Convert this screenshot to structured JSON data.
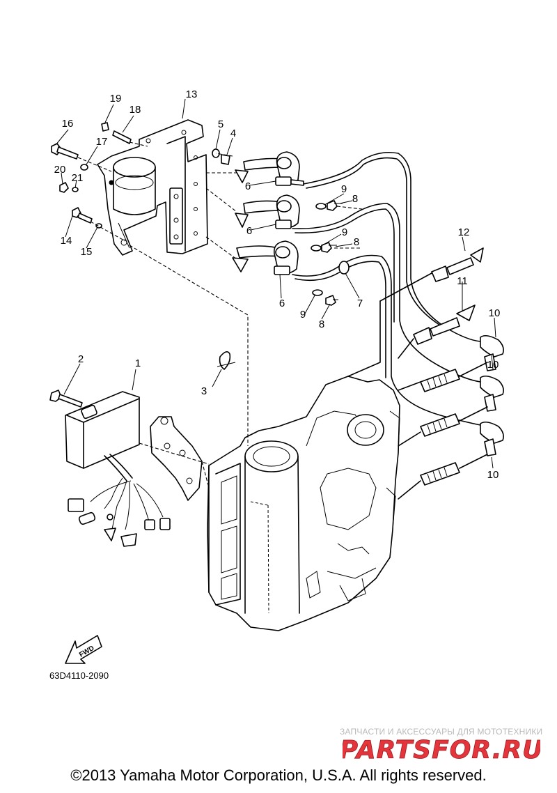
{
  "callouts": [
    {
      "id": "c1",
      "text": "1"
    },
    {
      "id": "c2",
      "text": "2"
    },
    {
      "id": "c3",
      "text": "3"
    },
    {
      "id": "c4",
      "text": "4"
    },
    {
      "id": "c5",
      "text": "5"
    },
    {
      "id": "c6a",
      "text": "6"
    },
    {
      "id": "c6b",
      "text": "6"
    },
    {
      "id": "c6c",
      "text": "6"
    },
    {
      "id": "c7",
      "text": "7"
    },
    {
      "id": "c8a",
      "text": "8"
    },
    {
      "id": "c8b",
      "text": "8"
    },
    {
      "id": "c8c",
      "text": "8"
    },
    {
      "id": "c9a",
      "text": "9"
    },
    {
      "id": "c9b",
      "text": "9"
    },
    {
      "id": "c9c",
      "text": "9"
    },
    {
      "id": "c10a",
      "text": "10"
    },
    {
      "id": "c10b",
      "text": "10"
    },
    {
      "id": "c10c",
      "text": "10"
    },
    {
      "id": "c11",
      "text": "11"
    },
    {
      "id": "c12",
      "text": "12"
    },
    {
      "id": "c13",
      "text": "13"
    },
    {
      "id": "c14",
      "text": "14"
    },
    {
      "id": "c15",
      "text": "15"
    },
    {
      "id": "c16",
      "text": "16"
    },
    {
      "id": "c17",
      "text": "17"
    },
    {
      "id": "c18",
      "text": "18"
    },
    {
      "id": "c19",
      "text": "19"
    },
    {
      "id": "c20",
      "text": "20"
    },
    {
      "id": "c21",
      "text": "21"
    }
  ],
  "fwd_label": "FWD",
  "diagram_code": "63D4110-2090",
  "watermark": {
    "tagline": "ЗАПЧАСТИ И АКСЕССУАРЫ ДЛЯ МОТОТЕХНИКИ",
    "logo_text": "PARTSFOR.RU",
    "color": "#e3353b"
  },
  "copyright": "©2013 Yamaha Motor Corporation, U.S.A. All rights reserved."
}
